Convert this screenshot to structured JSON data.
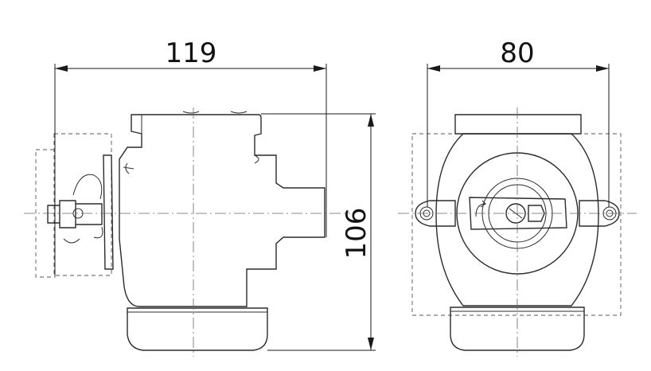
{
  "dimensions": {
    "width_left_view": "119",
    "width_right_view": "80",
    "height": "106"
  }
}
